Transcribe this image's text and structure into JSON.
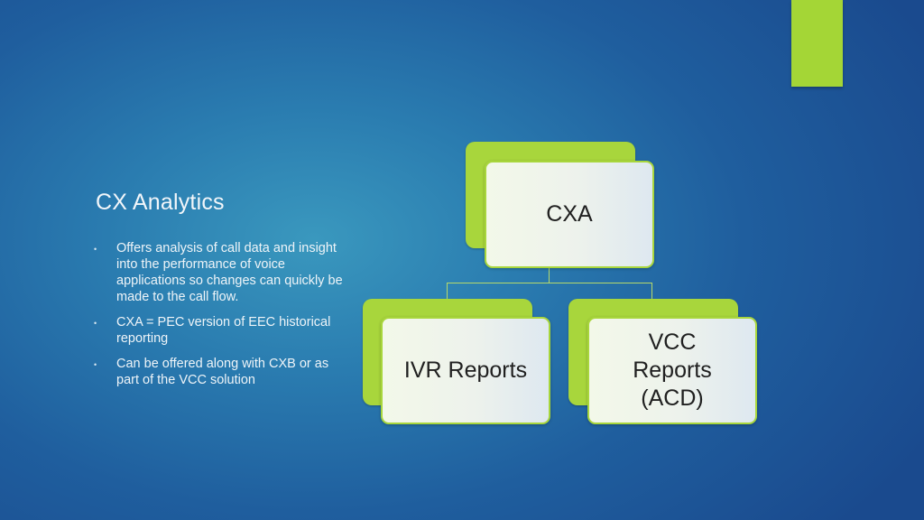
{
  "slide": {
    "title": "CX Analytics",
    "bullets": [
      "Offers analysis of call data and insight into the performance of voice applications so changes can quickly be made to the call flow.",
      "CXA = PEC version of EEC historical reporting",
      "Can be offered along with CXB or as part of the VCC solution"
    ],
    "bullet_glyph": "•"
  },
  "diagram": {
    "root": {
      "label": "CXA"
    },
    "children": [
      {
        "label": "IVR Reports"
      },
      {
        "label": "VCC Reports (ACD)"
      }
    ]
  },
  "colors": {
    "accent_green": "#a8d63c",
    "background_blue": "#1f5e9e",
    "box_fill": "#eef3ea"
  }
}
